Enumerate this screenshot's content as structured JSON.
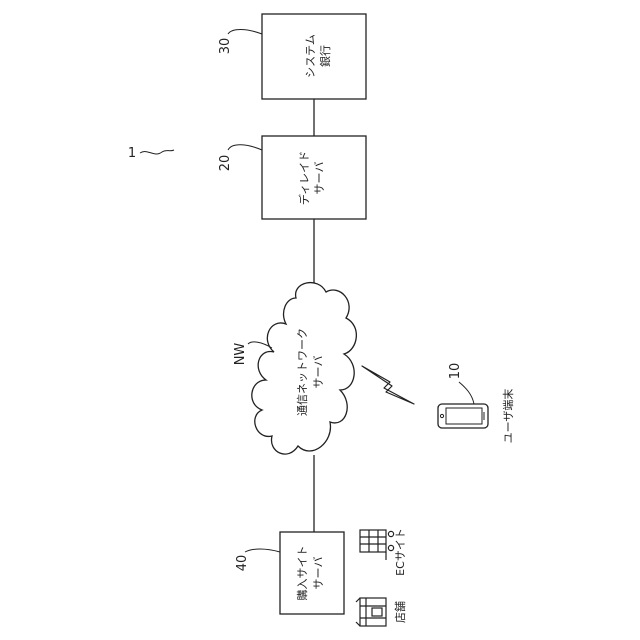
{
  "figure_number": "1",
  "boxes": {
    "bank": {
      "ref": "30",
      "lines": [
        "銀行",
        "システム"
      ]
    },
    "delayed": {
      "ref": "20",
      "lines": [
        "ディレイド",
        "サーバ"
      ]
    },
    "purchase": {
      "ref": "40",
      "lines": [
        "購入サイト",
        "サーバ"
      ]
    }
  },
  "network": {
    "ref": "NW",
    "lines": [
      "通信ネットワーク",
      "サーバ"
    ]
  },
  "user_terminal": {
    "ref": "10",
    "label": "ユーザ端末"
  },
  "ec_site": {
    "label": "ECサイト"
  },
  "store": {
    "label": "店舗"
  }
}
